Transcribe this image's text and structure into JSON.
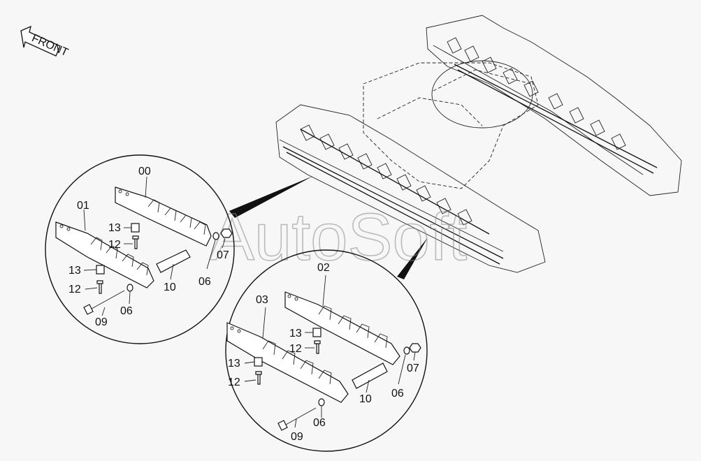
{
  "direction_label": "FRONT",
  "watermark": "AutoSoft",
  "left_callouts": {
    "c00": "00",
    "c01": "01",
    "c13a": "13",
    "c12a": "12",
    "c13b": "13",
    "c12b": "12",
    "c09": "09",
    "c06a": "06",
    "c10": "10",
    "c06b": "06",
    "c07": "07"
  },
  "right_callouts": {
    "c02": "02",
    "c03": "03",
    "c13a": "13",
    "c12a": "12",
    "c13b": "13",
    "c12b": "12",
    "c10": "10",
    "c06a": "06",
    "c07": "07",
    "c06b": "06",
    "c09": "09"
  }
}
